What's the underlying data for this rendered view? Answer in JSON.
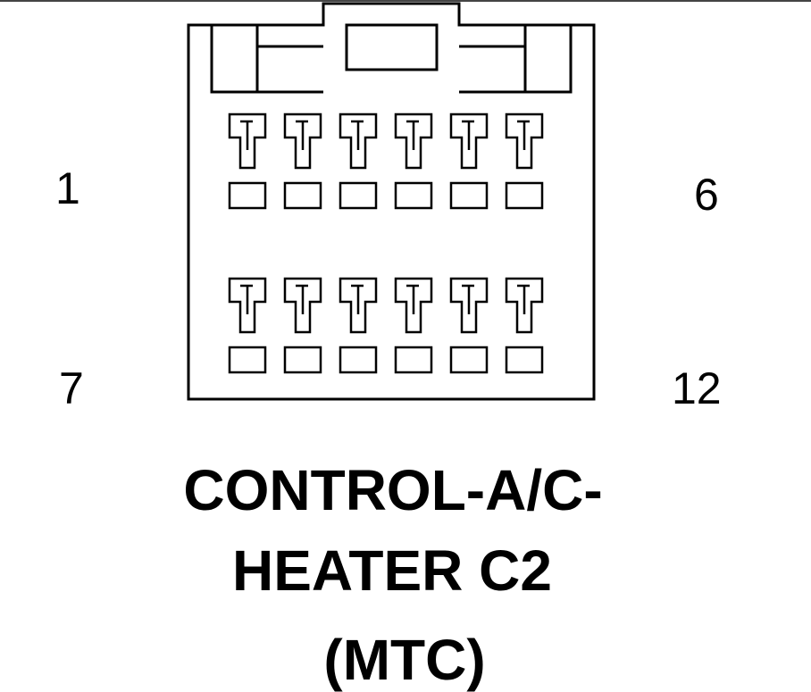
{
  "connector": {
    "pin_labels": {
      "top_left": "1",
      "top_right": "6",
      "bottom_left": "7",
      "bottom_right": "12"
    },
    "rows": 2,
    "pins_per_row": 6
  },
  "caption": {
    "line1": "CONTROL-A/C-",
    "line2": "HEATER C2",
    "line3": "(MTC)"
  },
  "colors": {
    "stroke": "#000000",
    "background": "#ffffff"
  }
}
